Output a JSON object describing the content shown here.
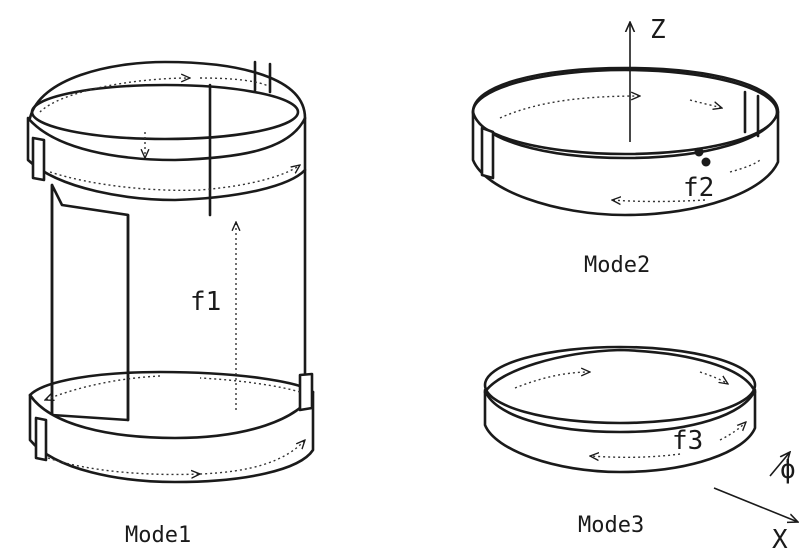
{
  "labels": {
    "mode1": "Mode1",
    "mode2": "Mode2",
    "mode3": "Mode3",
    "f1": "f1",
    "f2": "f2",
    "f3": "f3",
    "z_axis": "Z",
    "x_axis": "X",
    "phi": "ϕ"
  }
}
